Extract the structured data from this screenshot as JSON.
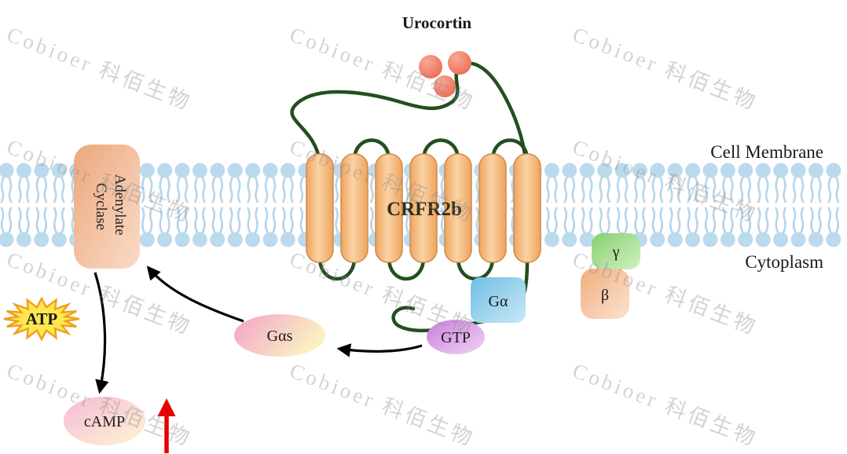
{
  "watermark": {
    "text": "Cobioer 科佰生物"
  },
  "diagram": {
    "ligand": {
      "name": "Urocortin"
    },
    "receptor": {
      "name": "CRFR2b"
    },
    "membrane_labels": {
      "outside": "Cell Membrane",
      "inside": "Cytoplasm"
    },
    "enzyme": {
      "line1": "Adenylate",
      "line2": "Cyclase"
    },
    "molecules": {
      "atp": "ATP",
      "g_alpha": "Gα",
      "gtp": "GTP",
      "g_alpha_s": "Gαs",
      "gamma": "γ",
      "beta": "β",
      "camp": "cAMP"
    },
    "colors": {
      "membrane_head": "#bcdaee",
      "membrane_tail": "#b5d4ea",
      "helix_fill": "#f6c28d",
      "helix_stroke": "#cf8b4b",
      "loop_green": "#234f20",
      "ligand_ball": "#ee7860",
      "atp_star_fill": "#ffe84f",
      "atp_star_edge": "#f0a020",
      "atp_text": "#169a16",
      "g_alpha_fill": "#8ccae9",
      "gtp_fill": "#d49ae3",
      "g_alpha_s_fill": "#f3b3d0",
      "gamma_fill": "#94d77f",
      "beta_fill": "#f2bb92",
      "camp_fill": "#f7cade",
      "enzyme_fill": "#eca87d",
      "arrow_black": "#000000",
      "arrow_red": "#e60000"
    }
  }
}
